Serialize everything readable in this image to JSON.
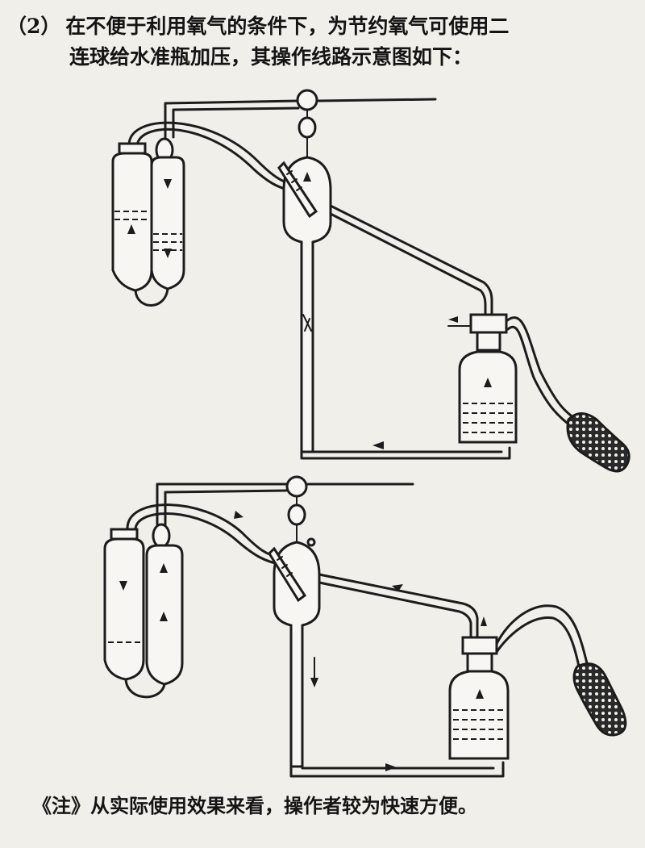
{
  "text": {
    "item_number": "（2）",
    "line1": "在不便于利用氧气的条件下，为节约氧气可使用二",
    "line2": "连球给水准瓶加压，其操作线路示意图如下：",
    "note": "《注》从实际使用效果来看，操作者较为快速方便。"
  },
  "diagram": {
    "panels": [
      "upper-apparatus",
      "lower-apparatus"
    ],
    "ink_color": "#1c1c1c",
    "paper_color": "#f1efea"
  }
}
